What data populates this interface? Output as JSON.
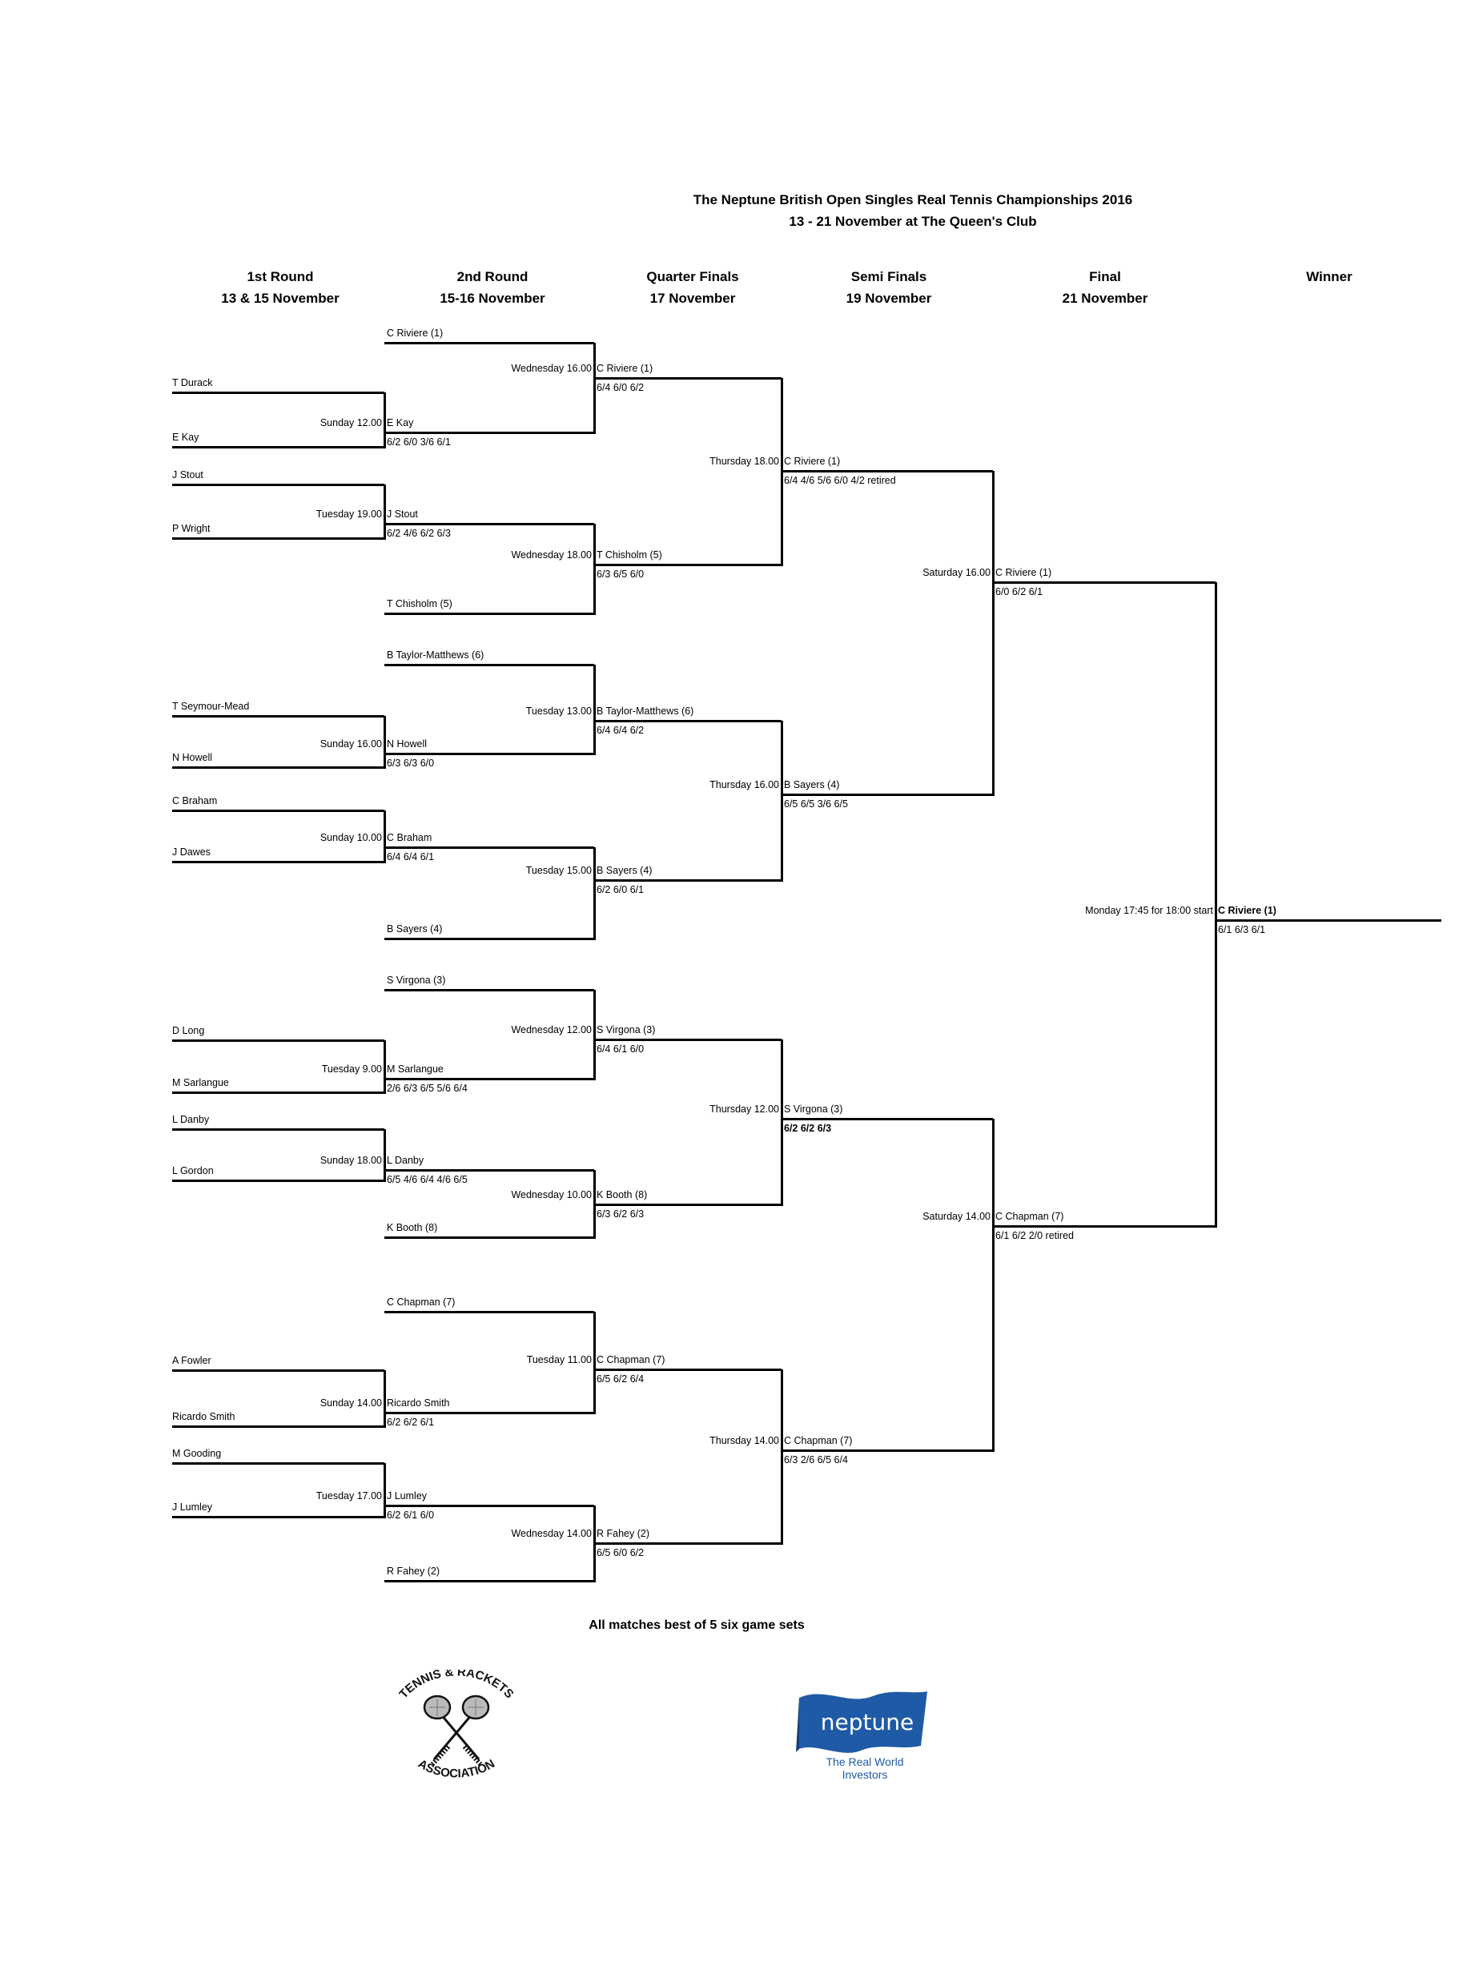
{
  "title_line1": "The Neptune British Open Singles Real Tennis Championships 2016",
  "title_line2": "13 - 21 November at The Queen's Club",
  "rounds": [
    {
      "name": "1st Round",
      "dates": "13 & 15 November"
    },
    {
      "name": "2nd Round",
      "dates": "15-16 November"
    },
    {
      "name": "Quarter Finals",
      "dates": "17 November"
    },
    {
      "name": "Semi Finals",
      "dates": "19 November"
    },
    {
      "name": "Final",
      "dates": "21 November"
    },
    {
      "name": "Winner",
      "dates": ""
    }
  ],
  "first_round": [
    {
      "player1": "T Durack",
      "player2": "E Kay",
      "time": "Sunday 12.00",
      "winner": "E Kay",
      "score": "6/2 6/0 3/6 6/1"
    },
    {
      "player1": "J Stout",
      "player2": "P Wright",
      "time": "Tuesday 19.00",
      "winner": "J Stout",
      "score": "6/2 4/6 6/2 6/3"
    },
    {
      "player1": "T Seymour-Mead",
      "player2": "N Howell",
      "time": "Sunday 16.00",
      "winner": "N Howell",
      "score": "6/3 6/3 6/0"
    },
    {
      "player1": "C Braham",
      "player2": "J Dawes",
      "time": "Sunday 10.00",
      "winner": "C Braham",
      "score": "6/4 6/4 6/1"
    },
    {
      "player1": "D Long",
      "player2": "M Sarlangue",
      "time": "Tuesday 9.00",
      "winner": "M Sarlangue",
      "score": "2/6 6/3 6/5 5/6 6/4"
    },
    {
      "player1": "L Danby",
      "player2": "L Gordon",
      "time": "Sunday 18.00",
      "winner": "L Danby",
      "score": "6/5 4/6 6/4 4/6 6/5"
    },
    {
      "player1": "A Fowler",
      "player2": "Ricardo Smith",
      "time": "Sunday 14.00",
      "winner": "Ricardo Smith",
      "score": "6/2 6/2 6/1"
    },
    {
      "player1": "M Gooding",
      "player2": "J Lumley",
      "time": "Tuesday 17.00",
      "winner": "J Lumley",
      "score": "6/2 6/1 6/0"
    }
  ],
  "second_round_seeds": [
    "C Riviere (1)",
    "T Chisholm (5)",
    "B Taylor-Matthews (6)",
    "B Sayers (4)",
    "S Virgona (3)",
    "K Booth (8)",
    "C Chapman (7)",
    "R Fahey (2)"
  ],
  "second_round": [
    {
      "time": "Wednesday 16.00",
      "winner": "C Riviere (1)",
      "score": "6/4 6/0 6/2"
    },
    {
      "time": "Wednesday 18.00",
      "winner": "T Chisholm (5)",
      "score": "6/3 6/5 6/0"
    },
    {
      "time": "Tuesday 13.00",
      "winner": "B Taylor-Matthews (6)",
      "score": "6/4 6/4 6/2"
    },
    {
      "time": "Tuesday 15.00",
      "winner": "B Sayers (4)",
      "score": "6/2 6/0 6/1"
    },
    {
      "time": "Wednesday 12.00",
      "winner": "S Virgona (3)",
      "score": "6/4 6/1 6/0"
    },
    {
      "time": "Wednesday 10.00",
      "winner": "K Booth (8)",
      "score": "6/3 6/2 6/3"
    },
    {
      "time": "Tuesday 11.00",
      "winner": "C Chapman (7)",
      "score": "6/5 6/2 6/4"
    },
    {
      "time": "Wednesday 14.00",
      "winner": "R Fahey (2)",
      "score": "6/5 6/0 6/2"
    }
  ],
  "quarter_finals": [
    {
      "time": "Thursday 18.00",
      "winner": "C Riviere (1)",
      "score": "6/4 4/6 5/6 6/0 4/2 retired"
    },
    {
      "time": "Thursday 16.00",
      "winner": "B Sayers (4)",
      "score": "6/5 6/5 3/6 6/5"
    },
    {
      "time": "Thursday 12.00",
      "winner": "S Virgona (3)",
      "score": "6/2 6/2 6/3"
    },
    {
      "time": "Thursday 14.00",
      "winner": "C Chapman (7)",
      "score": "6/3 2/6 6/5 6/4"
    }
  ],
  "semi_finals": [
    {
      "time": "Saturday 16.00",
      "winner": "C Riviere (1)",
      "score": "6/0 6/2 6/1"
    },
    {
      "time": "Saturday 14.00",
      "winner": "C Chapman (7)",
      "score": "6/1 6/2 2/0 retired"
    }
  ],
  "final": {
    "time": "Monday 17:45 for 18:00 start",
    "winner": "C Riviere (1)",
    "score": "6/1 6/3 6/1"
  },
  "footer_note": "All matches best of 5 six game sets",
  "logos": {
    "tra_top": "TENNIS & RACKETS",
    "tra_bottom": "ASSOCIATION",
    "neptune_name": "neptune",
    "neptune_tag1": "The Real World",
    "neptune_tag2": "Investors",
    "neptune_color": "#1f5aa6"
  }
}
